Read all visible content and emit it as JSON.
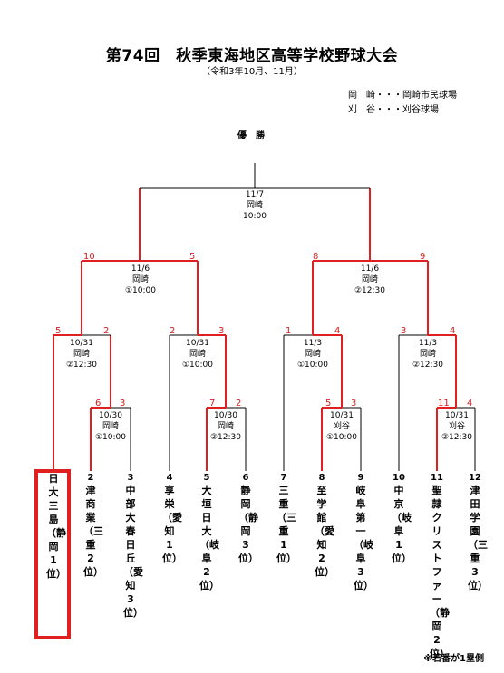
{
  "title": "第74回　秋季東海地区高等学校野球大会",
  "subtitle": "（令和3年10月、11月）",
  "venues": [
    "岡　崎・・・岡崎市民球場",
    "刈　谷・・・刈谷球場"
  ],
  "champion_label": "優勝",
  "footnote": "※若番が1塁側",
  "colors": {
    "winner_line": "#e02020",
    "line": "#000000"
  },
  "teams": [
    {
      "seed": "",
      "name": "日大三島（静岡1位）",
      "display": "日　大　三　島（静　岡1位）"
    },
    {
      "seed": "2",
      "name": "津商業（三重2位）",
      "display": "津　　商　　業（三　重2位）"
    },
    {
      "seed": "3",
      "name": "中部大春日丘（愛知3位）",
      "display": "中部大春日丘（愛　知3位）"
    },
    {
      "seed": "4",
      "name": "享栄（愛知1位）",
      "display": "享　　　　　栄（愛　知1位）"
    },
    {
      "seed": "5",
      "name": "大垣日大（岐阜2位）",
      "display": "大　垣　日　大（岐　阜2位）"
    },
    {
      "seed": "6",
      "name": "静岡（静岡3位）",
      "display": "静　　　　　岡（静　岡3位）"
    },
    {
      "seed": "7",
      "name": "三重（三重1位）",
      "display": "三　　　　　重（三　重1位）"
    },
    {
      "seed": "8",
      "name": "至学館（愛知2位）",
      "display": "至　　学　　館（愛　知2位）"
    },
    {
      "seed": "9",
      "name": "岐阜第一（岐阜3位）",
      "display": "岐　阜　第　一（岐　阜3位）"
    },
    {
      "seed": "10",
      "name": "中京（岐阜1位）",
      "display": "中　　　　　京（岐　阜1位）"
    },
    {
      "seed": "11",
      "name": "聖隷クリストファー（静岡2位）",
      "display": "聖隷クリストファー（静　岡2位）"
    },
    {
      "seed": "12",
      "name": "津田学園（三重3位）",
      "display": "津　田　学　園（三　重3位）"
    }
  ],
  "matches": {
    "r1_a": {
      "date": "10/30",
      "venue": "岡崎",
      "time": "①10:00",
      "score_left": "6",
      "score_right": "3",
      "winner": "left"
    },
    "r1_b": {
      "date": "10/30",
      "venue": "岡崎",
      "time": "②12:30",
      "score_left": "7",
      "score_right": "2",
      "winner": "left"
    },
    "r1_c": {
      "date": "10/31",
      "venue": "刈谷",
      "time": "①10:00",
      "score_left": "5",
      "score_right": "3",
      "winner": "left"
    },
    "r1_d": {
      "date": "10/31",
      "venue": "刈谷",
      "time": "②12:30",
      "score_left": "11",
      "score_right": "4",
      "winner": "left"
    },
    "qf_a": {
      "date": "10/31",
      "venue": "岡崎",
      "time": "②12:30",
      "score_left": "5",
      "score_right": "2",
      "winner": "left"
    },
    "qf_b": {
      "date": "10/31",
      "venue": "岡崎",
      "time": "①10:00",
      "score_left": "2",
      "score_right": "3",
      "winner": "right"
    },
    "qf_c": {
      "date": "11/3",
      "venue": "岡崎",
      "time": "①10:00",
      "score_left": "1",
      "score_right": "4",
      "winner": "right"
    },
    "qf_d": {
      "date": "11/3",
      "venue": "岡崎",
      "time": "②12:30",
      "score_left": "3",
      "score_right": "4",
      "winner": "right"
    },
    "sf_a": {
      "date": "11/6",
      "venue": "岡崎",
      "time": "①10:00",
      "score_left": "10",
      "score_right": "5",
      "winner": "both"
    },
    "sf_b": {
      "date": "11/6",
      "venue": "岡崎",
      "time": "②12:30",
      "score_left": "8",
      "score_right": "9",
      "winner": "both"
    },
    "final": {
      "date": "11/7",
      "venue": "岡崎",
      "time": "10:00",
      "score_left": "",
      "score_right": "",
      "winner": "none"
    }
  }
}
